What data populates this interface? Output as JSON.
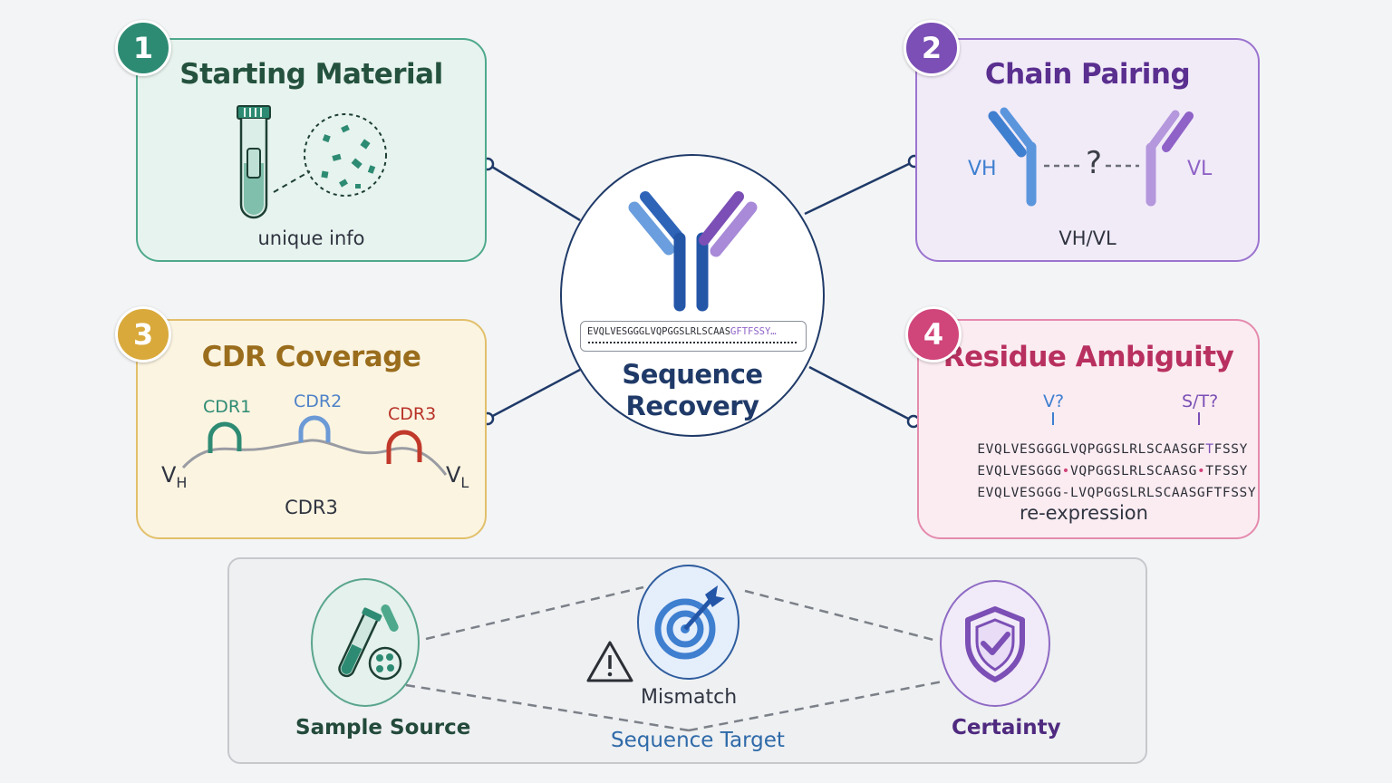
{
  "center": {
    "sequence": "EVQLVESGGGLVQPGGSLRLSCAAS",
    "sequence_highlight": "GFTFSSY…",
    "title_line1": "Sequence",
    "title_line2": "Recovery"
  },
  "panels": [
    {
      "number": "1",
      "title": "Starting Material",
      "caption": "unique info",
      "color": "#2e8b73"
    },
    {
      "number": "2",
      "title": "Chain Pairing",
      "caption": "VH/VL",
      "color": "#7b4fb5",
      "vh_label": "VH",
      "vl_label": "VL",
      "question": "?"
    },
    {
      "number": "3",
      "title": "CDR Coverage",
      "caption": "CDR3",
      "color": "#d9a93b",
      "cdr1": "CDR1",
      "cdr2": "CDR2",
      "cdr3": "CDR3",
      "vh_main": "V",
      "vh_sub": "H",
      "vl_main": "V",
      "vl_sub": "L"
    },
    {
      "number": "4",
      "title": "Residue Ambiguity",
      "caption": "re-expression",
      "color": "#d0457a",
      "ambig1": "V?",
      "ambig2": "S/T?",
      "seq_rows": [
        {
          "a": "EVQLVESGGGL",
          "mid": "V",
          "b": "QPGGSLRLSCAASGF",
          "mid2": "T",
          "c": "FSSY"
        },
        {
          "a": "EVQLVESGGG",
          "mid": "•",
          "b": "VQPGGSLRLSCAASG",
          "mid2": "•",
          "c": "TFSSY"
        },
        {
          "a": "EVQLVESGGG-LVQPGGSLRLSCAASGFTFSSY",
          "mid": "",
          "b": "",
          "mid2": "",
          "c": ""
        }
      ]
    }
  ],
  "bottom": {
    "sample_source": "Sample Source",
    "mismatch": "Mismatch",
    "sequence_target": "Sequence Target",
    "certainty": "Certainty"
  },
  "colors": {
    "green": "#2e8b73",
    "purple": "#7b4fb5",
    "gold": "#d9a93b",
    "pink": "#d0457a",
    "navy": "#1f3a68",
    "blue": "#3f7fd0"
  }
}
